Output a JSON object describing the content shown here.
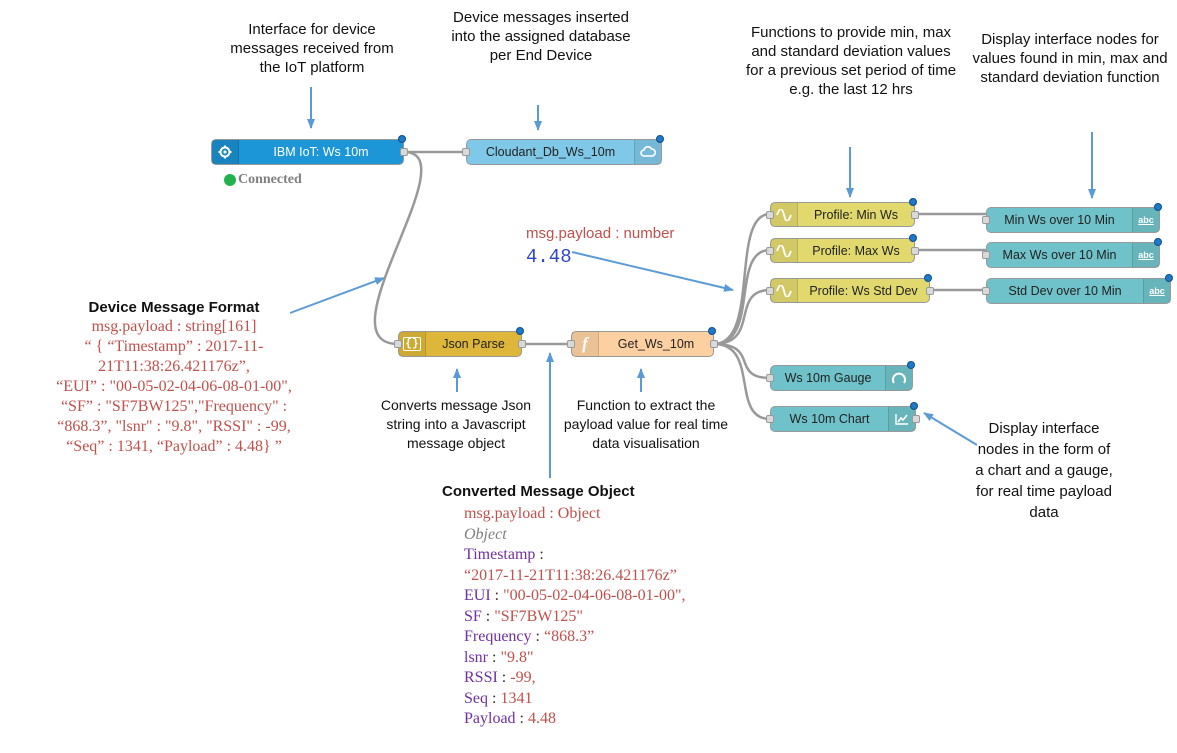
{
  "callouts": {
    "iot_interface": "Interface for device messages received from the IoT platform",
    "db_insert": "Device messages inserted into the assigned database per End Device",
    "functions": "Functions to provide min, max and standard deviation values for  a previous set period of time e.g. the last 12 hrs",
    "display_nodes": "Display interface nodes for values found in min, max and standard deviation function",
    "json_parse_note": "Converts message Json string into a Javascript message object",
    "function_note": "Function to extract the payload value for real time data visualisation",
    "chart_gauge_note": "Display interface nodes in the form of a chart and a gauge, for real time payload data"
  },
  "nodes": {
    "ibm_iot": "IBM IoT: Ws 10m",
    "ibm_status": "Connected",
    "cloudant": "Cloudant_Db_Ws_10m",
    "json_parse": "Json Parse",
    "get_ws": "Get_Ws_10m",
    "profile_min": "Profile: Min Ws",
    "profile_max": "Profile: Max Ws",
    "profile_std": "Profile: Ws Std Dev",
    "min_text": "Min Ws over 10 Min",
    "max_text": "Max Ws over 10 Min",
    "std_text": "Std Dev over 10 Min",
    "gauge": "Ws 10m Gauge",
    "chart": "Ws 10m Chart"
  },
  "debug": {
    "type": "msg.payload : number",
    "value": "4.48"
  },
  "device_format": {
    "title": "Device Message Format",
    "lines": [
      "msg.payload  :  string[161]",
      "“ { “Timestamp” : 2017-11-",
      "21T11:38:26.421176z”,",
      "“EUI” : \"00-05-02-04-06-08-01-00\",",
      "“SF” : \"SF7BW125\",\"Frequency\" :",
      "“868.3”, \"lsnr\" : \"9.8\", \"RSSI\" : -99,",
      "“Seq” : 1341, “Payload” : 4.48} ”"
    ]
  },
  "converted": {
    "title": "Converted Message Object",
    "header": "msg.payload : Object",
    "subheader": "Object",
    "rows": [
      {
        "key": "Timestamp",
        "value": ""
      },
      {
        "key": "",
        "value": "“2017-11-21T11:38:26.421176z”"
      },
      {
        "key": "EUI",
        "value": "\"00-05-02-04-06-08-01-00\","
      },
      {
        "key": "SF",
        "value": " \"SF7BW125\""
      },
      {
        "key": "Frequency",
        "value": "“868.3”"
      },
      {
        "key": "lsnr",
        "value": " \"9.8\""
      },
      {
        "key": "RSSI",
        "value": " -99,"
      },
      {
        "key": "Seq",
        "value": "1341"
      },
      {
        "key": "Payload",
        "value": "4.48"
      }
    ]
  },
  "colors": {
    "ibm": "#1c96d6",
    "cloudant": "#7fc8e8",
    "parse": "#deb73a",
    "function": "#fdd0a2",
    "profile": "#e2d96e",
    "ui": "#6fc2c9",
    "arrow": "#5b9bd5",
    "wire": "#999999",
    "red_text": "#c0504d",
    "purple_text": "#7030a0",
    "status_ok": "#22b14c"
  }
}
